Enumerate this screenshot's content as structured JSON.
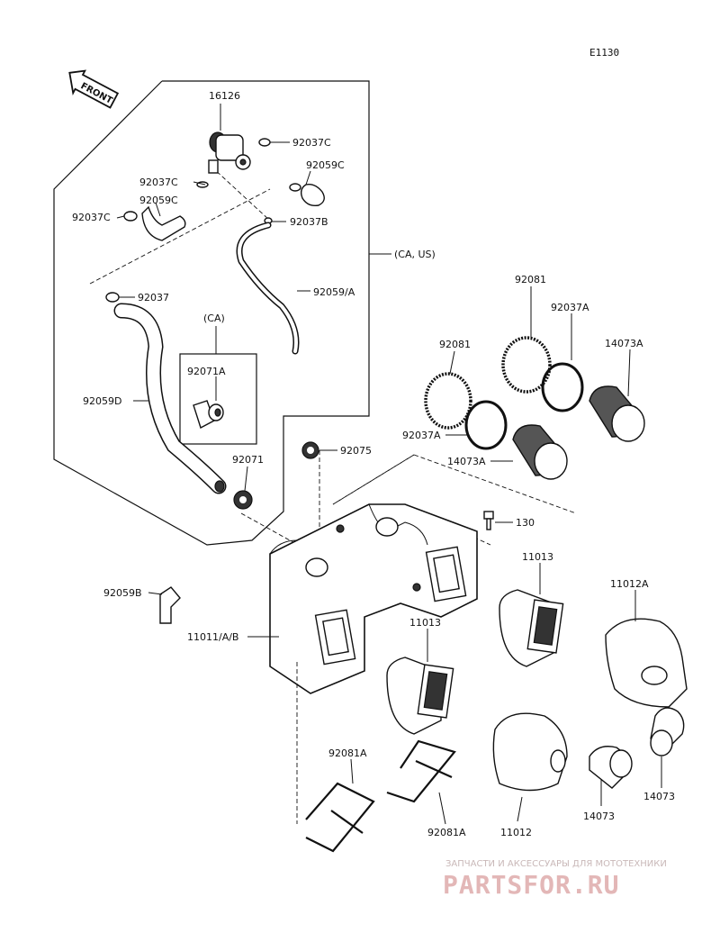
{
  "ref_code": "E1130",
  "front_label": "FRONT",
  "labels": {
    "p16126": "16126",
    "p92037C_a": "92037C",
    "p92059C_a": "92059C",
    "p92037C_b": "92037C",
    "p92059C_b": "92059C",
    "p92037C_c": "92037C",
    "p92037B": "92037B",
    "caus": "(CA, US)",
    "p92037": "92037",
    "p92059A": "92059/A",
    "ca": "(CA)",
    "p92071A": "92071A",
    "p92059D": "92059D",
    "p92071": "92071",
    "p92075": "92075",
    "p92081_a": "92081",
    "p92081_b": "92081",
    "p92037A_a": "92037A",
    "p14073A_a": "14073A",
    "p92037A_b": "92037A",
    "p14073A_b": "14073A",
    "p130": "130",
    "p11013_a": "11013",
    "p11012A": "11012A",
    "p92059B": "92059B",
    "p11013_b": "11013",
    "p11011": "11011/A/B",
    "p92081A_a": "92081A",
    "p92081A_b": "92081A",
    "p11012": "11012",
    "p14073_a": "14073",
    "p14073_b": "14073"
  },
  "watermark": {
    "tagline": "ЗАПЧАСТИ И АКСЕССУАРЫ ДЛЯ МОТОТЕХНИКИ",
    "brand": "PARTSFOR.RU"
  },
  "colors": {
    "ink": "#111111",
    "watermark": "#e3b7b7"
  }
}
